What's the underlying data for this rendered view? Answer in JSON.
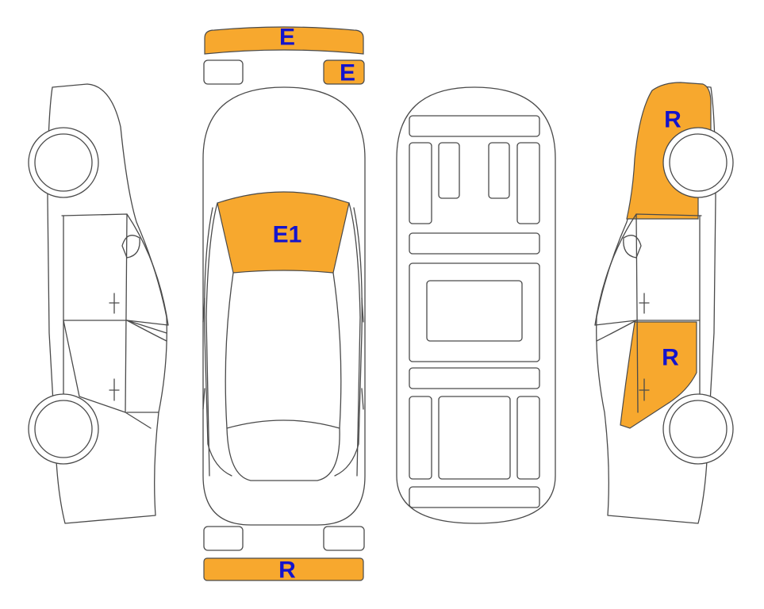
{
  "colors": {
    "damage_fill": "#f7a82e",
    "label_color": "#1414cc",
    "outline": "#4a4a4a"
  },
  "labels": {
    "front_bumper": "E",
    "front_right_light": "E",
    "windshield": "E1",
    "right_rear_quarter": "R",
    "right_rear_door": "R",
    "rear_bumper": "R"
  }
}
